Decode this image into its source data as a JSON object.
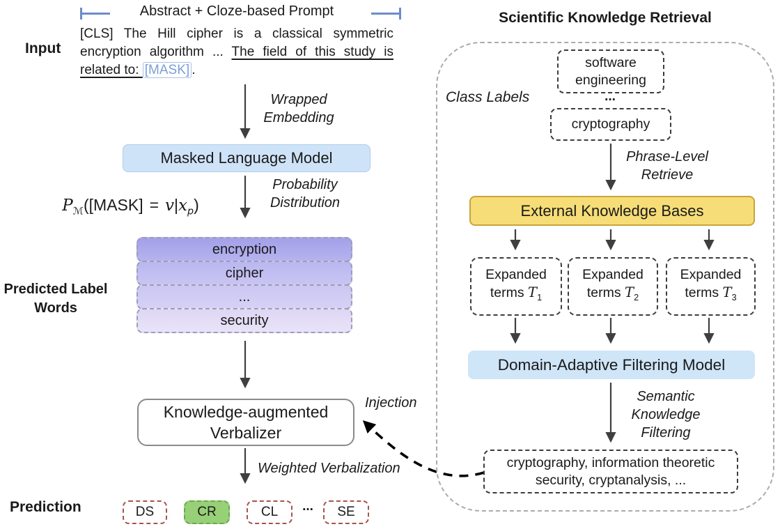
{
  "colors": {
    "accent_blue_bracket": "#6d8dc9",
    "mask_blue": "#7b9fd6",
    "mlm_fill": "#cfe3f8",
    "mlm_border": "#aecdea",
    "ekb_fill": "#f6dd77",
    "ekb_border": "#c8a43d",
    "dafm_fill": "#cfe5f8",
    "green_fill": "#97d077",
    "green_border": "#6aa84f",
    "red_border": "#a5534e",
    "arrow_gray": "#3f3f3f",
    "container_dash": "#ababab",
    "label_word_fills": [
      "#a8a5eb",
      "#bebcf1",
      "#cdcbf4",
      "#e3dcf6"
    ]
  },
  "left": {
    "prompt_title": "Abstract + Cloze-based Prompt",
    "input_label": "Input",
    "prompt": {
      "pre": "[CLS] The Hill cipher is a classical symmetric encryption algorithm ... ",
      "underlined": "The field of this study is related to: ",
      "mask": "[MASK]",
      "period": "."
    },
    "wrapped_embedding_label": "Wrapped Embedding",
    "mlm_box": "Masked Language Model",
    "probability_label": "Probability Distribution",
    "formula": {
      "P": "P",
      "P_sub": "ℳ",
      "open": "([MASK]",
      "eq": "=",
      "v": "v",
      "bar": "|",
      "x": "x",
      "x_sub": "p",
      "close": ")"
    },
    "predicted_label_words_title": "Predicted Label Words",
    "label_words": [
      "encryption",
      "cipher",
      "...",
      "security"
    ],
    "verbalizer_box": "Knowledge-augmented Verbalizer",
    "injection_label": "Injection",
    "weighted_verbalization_label": "Weighted Verbalization",
    "prediction_label": "Prediction",
    "prediction_chips": [
      "DS",
      "CR",
      "CL",
      "SE"
    ],
    "prediction_dots": "...",
    "highlighted_chip": "CR"
  },
  "right": {
    "title": "Scientific Knowledge Retrieval",
    "class_labels_label": "Class Labels",
    "class_box_1": "software engineering",
    "class_dots": "...",
    "class_box_2": "cryptography",
    "phrase_level_label": "Phrase-Level Retrieve",
    "ekb_box": "External Knowledge Bases",
    "expanded_terms": [
      {
        "line1": "Expanded",
        "word": "terms ",
        "T": "T",
        "sub": "1"
      },
      {
        "line1": "Expanded",
        "word": "terms ",
        "T": "T",
        "sub": "2"
      },
      {
        "line1": "Expanded",
        "word": "terms ",
        "T": "T",
        "sub": "3"
      }
    ],
    "dafm_box": "Domain-Adaptive Filtering Model",
    "semantic_label": "Semantic Knowledge Filtering",
    "results_box": "cryptography, information theoretic security, cryptanalysis, ..."
  }
}
